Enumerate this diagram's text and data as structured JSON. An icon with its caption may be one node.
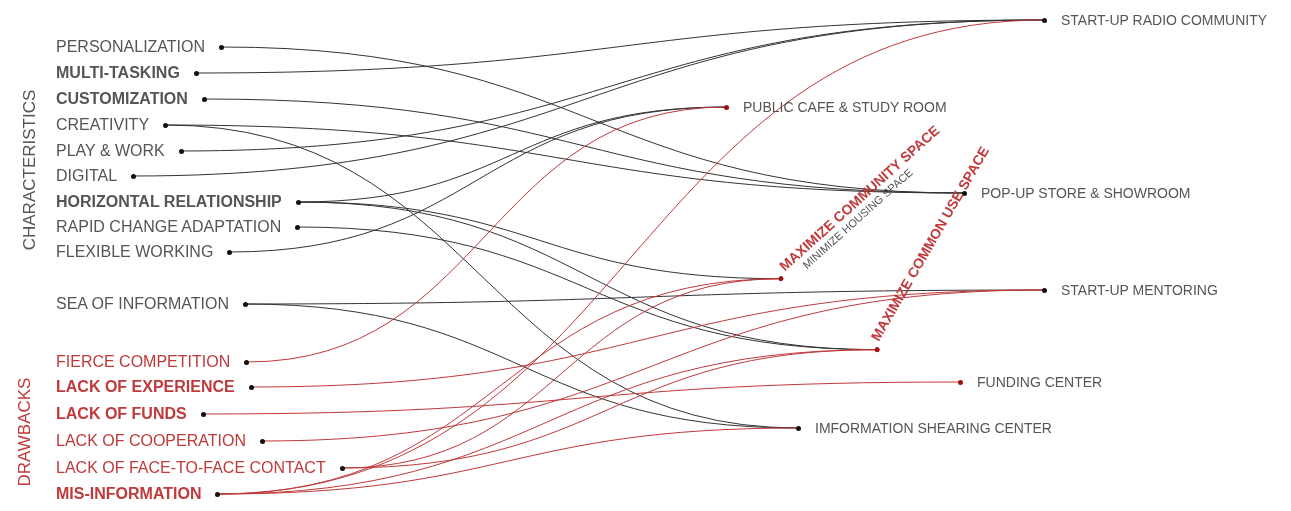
{
  "diagram": {
    "nodes": [
      {
        "text": [
          "PERSONALIZATION"
        ]
      },
      {
        "text": [
          "MULTI-TASKING"
        ]
      },
      {
        "text": [
          "CUSTOMIZATION"
        ]
      },
      {
        "text": [
          "CREATIVITY"
        ]
      },
      {
        "text": [
          "PLAY & WORK"
        ]
      },
      {
        "text": [
          "DIGITAL"
        ]
      },
      {
        "text": [
          "HORIZONTAL RELATIONSHIP"
        ]
      },
      {
        "text": [
          "RAPID CHANGE ADAPTATION"
        ]
      },
      {
        "text": [
          "FLEXIBLE WORKING"
        ]
      },
      {
        "text": [
          "SEA OF INFORMATION"
        ]
      },
      {
        "text": [
          "FIERCE COMPETITION"
        ]
      },
      {
        "text": [
          "LACK OF EXPERIENCE"
        ]
      },
      {
        "text": [
          "LACK OF FUNDS"
        ]
      },
      {
        "text": [
          "LACK OF COOPERATION"
        ]
      },
      {
        "text": [
          "LACK OF FACE-TO-FACE CONTACT"
        ]
      },
      {
        "text": [
          "MIS-INFORMATION"
        ]
      },
      {
        "text": [
          "START-UP RADIO COMMUNITY"
        ]
      },
      {
        "text": [
          "PUBLIC CAFE & STUDY ROOM"
        ]
      },
      {
        "text": [
          "POP-UP STORE & SHOWROOM"
        ]
      },
      {
        "text": [
          "START-UP MENTORING"
        ]
      },
      {
        "text": [
          "FUNDING CENTER"
        ]
      },
      {
        "text": [
          "IMFORMATION SHEARING CENTER"
        ]
      },
      {
        "text": [
          "MAXIMIZE COMMUNITY SPACE",
          "MINIMIZE HOUSING SPACE"
        ]
      },
      {
        "text": [
          "MAXIMIZE COMMON USE SPACE"
        ]
      }
    ],
    "edges": [
      {
        "from": 0,
        "to": 18,
        "arrow": "none"
      },
      {
        "from": 1,
        "to": 16,
        "arrow": "none"
      },
      {
        "from": 2,
        "to": 18,
        "arrow": "none"
      },
      {
        "from": 3,
        "to": 18,
        "arrow": "none"
      },
      {
        "from": 3,
        "to": 21,
        "arrow": "none"
      },
      {
        "from": 4,
        "to": 16,
        "arrow": "none"
      },
      {
        "from": 5,
        "to": 16,
        "arrow": "none"
      },
      {
        "from": 6,
        "to": 17,
        "arrow": "none"
      },
      {
        "from": 6,
        "to": 22,
        "arrow": "none"
      },
      {
        "from": 6,
        "to": 23,
        "arrow": "none"
      },
      {
        "from": 7,
        "to": 23,
        "arrow": "none"
      },
      {
        "from": 8,
        "to": 17,
        "arrow": "none"
      },
      {
        "from": 9,
        "to": 19,
        "arrow": "none"
      },
      {
        "from": 9,
        "to": 21,
        "arrow": "none"
      },
      {
        "from": 10,
        "to": 17,
        "arrow": "none",
        "color": "#c0393b"
      },
      {
        "from": 11,
        "to": 19,
        "arrow": "none",
        "color": "#c0393b"
      },
      {
        "from": 12,
        "to": 20,
        "arrow": "none",
        "color": "#c0393b"
      },
      {
        "from": 13,
        "to": 19,
        "arrow": "none",
        "color": "#c0393b"
      },
      {
        "from": 14,
        "to": 22,
        "arrow": "none",
        "color": "#c0393b"
      },
      {
        "from": 14,
        "to": 23,
        "arrow": "none",
        "color": "#c0393b"
      },
      {
        "from": 15,
        "to": 16,
        "arrow": "none",
        "color": "#c0393b"
      },
      {
        "from": 15,
        "to": 22,
        "arrow": "none",
        "color": "#c0393b"
      },
      {
        "from": 15,
        "to": 23,
        "arrow": "none",
        "color": "#c0393b"
      },
      {
        "from": 15,
        "to": 21,
        "arrow": "none",
        "color": "#c0393b"
      }
    ],
    "labels": [
      "CHARACTERISTICS",
      "DRAWBACKS"
    ]
  }
}
